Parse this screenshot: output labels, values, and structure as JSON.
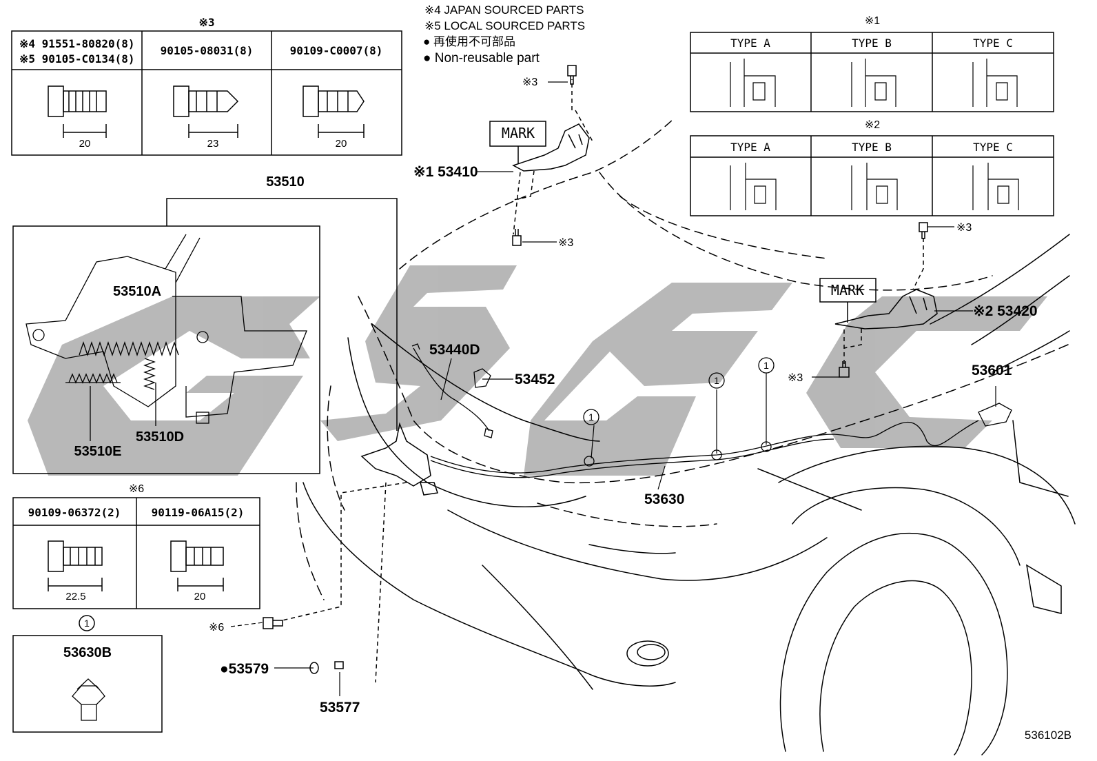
{
  "bolt_table_3": {
    "note": "※3",
    "col1_line1": "※4 91551-80820(8)",
    "col1_line2": "※5 90105-C0134(8)",
    "col2": "90105-08031(8)",
    "col3": "90109-C0007(8)",
    "dim1": "20",
    "dim2": "23",
    "dim3": "20"
  },
  "legend": {
    "line1": "※4 JAPAN SOURCED PARTS",
    "line2": "※5 LOCAL SOURCED PARTS",
    "line3": "● 再使用不可部品",
    "line4": "● Non-reusable part"
  },
  "type_table_1": {
    "note": "※1",
    "headers": [
      "TYPE  A",
      "TYPE  B",
      "TYPE  C"
    ]
  },
  "type_table_2": {
    "note": "※2",
    "headers": [
      "TYPE  A",
      "TYPE  B",
      "TYPE  C"
    ]
  },
  "inset_latch": {
    "top_label": "53510",
    "part_a": "53510A",
    "part_e": "53510E",
    "part_d": "53510D"
  },
  "bolt_table_6": {
    "note": "※6",
    "col1": "90109-06372(2)",
    "col2": "90119-06A15(2)",
    "dim1": "22.5",
    "dim2": "20"
  },
  "clip_box": {
    "circle_num": "1",
    "part": "53630B"
  },
  "callouts": {
    "mark_left": "MARK",
    "mark_right": "MARK",
    "hinge_left": "※1 53410",
    "hinge_right": "※2 53420",
    "bolt_note_3": "※3",
    "bolt_note_6": "※6",
    "p53440d": "53440D",
    "p53452": "53452",
    "p53601": "53601",
    "p53630": "53630",
    "p53579": "●53579",
    "p53577": "53577",
    "circle_num": "1"
  },
  "figure_id": "536102B",
  "watermark_text": "GSC",
  "colors": {
    "line": "#000000",
    "watermark": "#b4b4b4",
    "bg": "#ffffff"
  }
}
